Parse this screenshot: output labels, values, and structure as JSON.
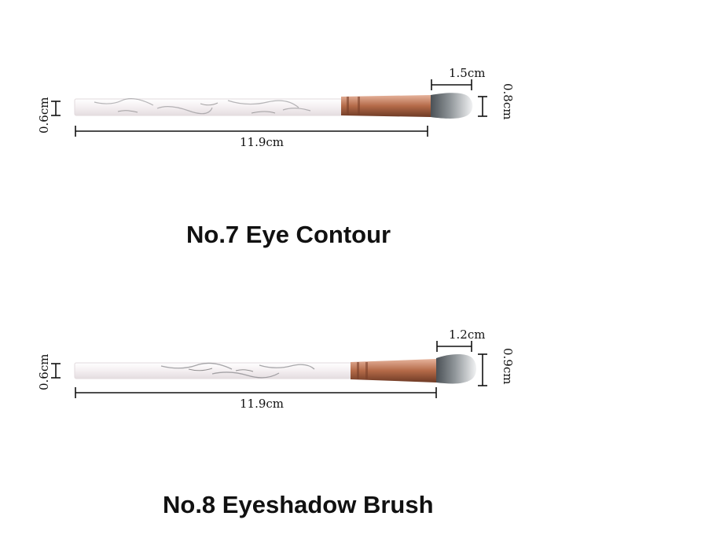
{
  "brushes": [
    {
      "title": "No.7 Eye Contour",
      "handle_thickness": "0.6cm",
      "total_length": "11.9cm",
      "bristle_length": "1.5cm",
      "bristle_width": "0.8cm"
    },
    {
      "title": "No.8 Eyeshadow Brush",
      "handle_thickness": "0.6cm",
      "total_length": "11.9cm",
      "bristle_length": "1.2cm",
      "bristle_width": "0.9cm"
    }
  ],
  "colors": {
    "handle": "#f3eef0",
    "ferrule": "#b46a48",
    "bristle_tip": "#eceeef",
    "bristle_base": "#555b60",
    "dimension_line": "#111111"
  }
}
